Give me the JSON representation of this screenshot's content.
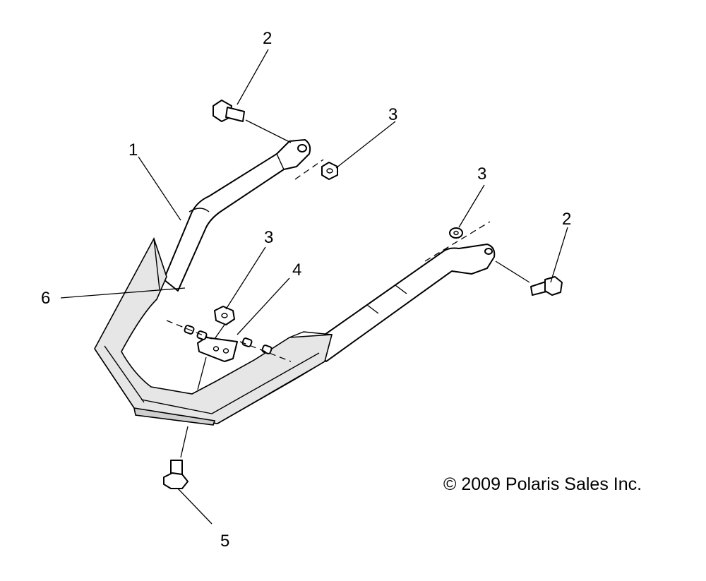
{
  "callouts": [
    {
      "id": "1",
      "label": "1"
    },
    {
      "id": "2a",
      "label": "2"
    },
    {
      "id": "2b",
      "label": "2"
    },
    {
      "id": "3a",
      "label": "3"
    },
    {
      "id": "3b",
      "label": "3"
    },
    {
      "id": "3c",
      "label": "3"
    },
    {
      "id": "4",
      "label": "4"
    },
    {
      "id": "5",
      "label": "5"
    },
    {
      "id": "6",
      "label": "6"
    }
  ],
  "copyright": "© 2009 Polaris Sales Inc.",
  "colors": {
    "line": "#000000",
    "background": "#ffffff",
    "shade": "#e6e6e6"
  }
}
